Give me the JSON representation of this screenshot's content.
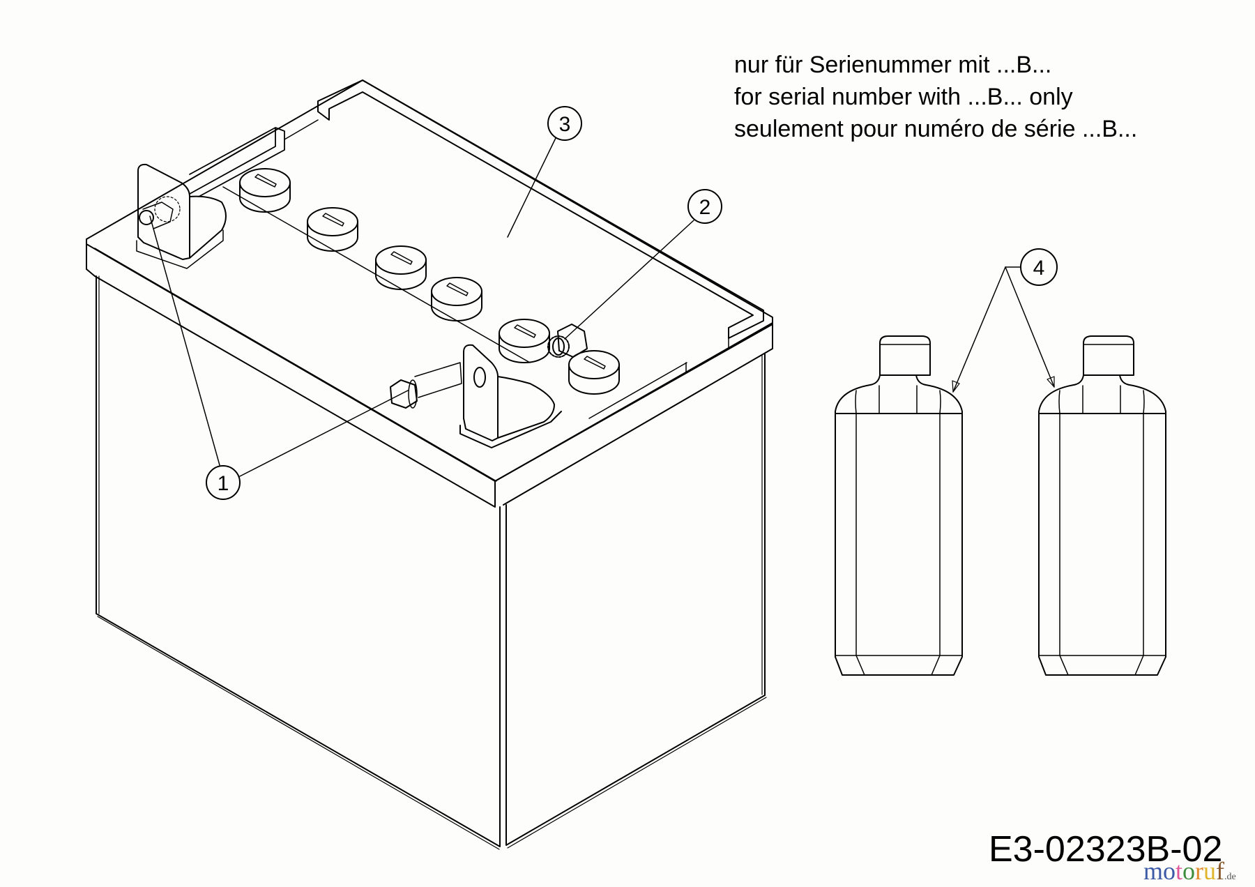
{
  "note": {
    "lines": [
      "nur für Serienummer mit ...B...",
      "for serial number with ...B... only",
      "seulement pour numéro de série ...B..."
    ]
  },
  "drawing_number": "E3-02323B-02",
  "watermark": {
    "letters": [
      "m",
      "o",
      "t",
      "o",
      "r",
      "u",
      "f"
    ],
    "colors": [
      "#3c5aa6",
      "#3c5aa6",
      "#e0579a",
      "#3e8e3e",
      "#e08a2c",
      "#e0b52c",
      "#8a5a2c"
    ],
    "tld": ".de"
  },
  "callouts": [
    {
      "number": "1",
      "part": "bolt and nut (battery terminal)"
    },
    {
      "number": "2",
      "part": "terminal nut with lock washer"
    },
    {
      "number": "3",
      "part": "battery"
    },
    {
      "number": "4",
      "part": "electrolyte bottle"
    }
  ],
  "colors": {
    "line": "#000000",
    "background": "#fdfefc"
  }
}
